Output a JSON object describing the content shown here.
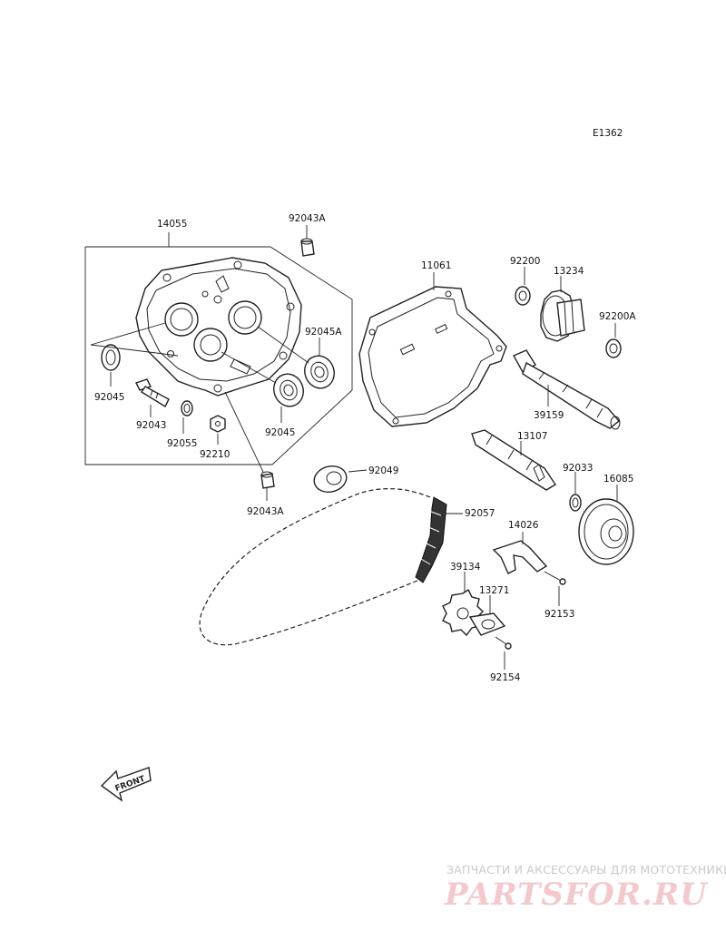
{
  "diagram_code": "E1362",
  "labels": {
    "l14055": "14055",
    "l92043A_top": "92043A",
    "l11061": "11061",
    "l92200": "92200",
    "l13234": "13234",
    "l92200A": "92200A",
    "l92045A": "92045A",
    "l92045_left": "92045",
    "l92043": "92043",
    "l92055": "92055",
    "l92210": "92210",
    "l92045_mid": "92045",
    "l39159": "39159",
    "l13107": "13107",
    "l92033": "92033",
    "l16085": "16085",
    "l92049": "92049",
    "l92043A_bot": "92043A",
    "l92057": "92057",
    "l14026": "14026",
    "l39134": "39134",
    "l13271": "13271",
    "l92153": "92153",
    "l92154": "92154"
  },
  "front_arrow": "FRONT",
  "watermark": {
    "tagline": "ЗАПЧАСТИ И АКСЕССУАРЫ ДЛЯ МОТОТЕХНИКИ",
    "logo": "PARTSFOR.RU"
  },
  "colors": {
    "line": "#222222",
    "watermark_logo": "#f3c9cc",
    "watermark_text": "#c9c9c9"
  }
}
